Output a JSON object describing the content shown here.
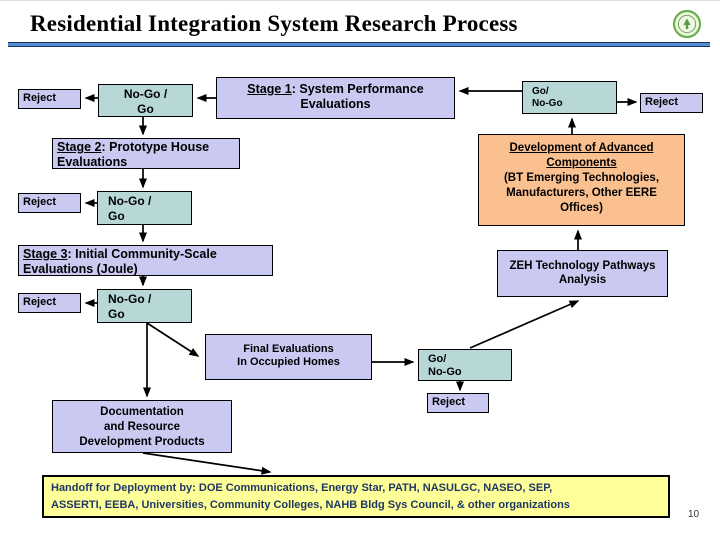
{
  "slide": {
    "title": "Residential Integration System Research Process",
    "page_number": "10"
  },
  "colors": {
    "box_lavender": "#c9c9f2",
    "box_teal": "#b8d8d8",
    "box_orange": "#fac090",
    "box_yellow": "#ffff99",
    "header_line_blue": "#558ed5",
    "handoff_text_navy": "#1f3864",
    "logo_green": "#6fae4e"
  },
  "flowchart": {
    "reject_label": "Reject",
    "no_go_go": {
      "line1": "No-Go /",
      "line2": "Go"
    },
    "go_no_go": {
      "line1": "Go/",
      "line2": "No-Go"
    },
    "stage1": {
      "stage": "Stage 1",
      "rest": ": System Performance",
      "line2": "Evaluations"
    },
    "stage2": {
      "stage": "Stage 2",
      "rest": ": Prototype House",
      "line2": "Evaluations"
    },
    "stage3": {
      "stage": "Stage 3",
      "rest": ": Initial Community-Scale",
      "line2": "Evaluations (Joule)"
    },
    "development": {
      "u1": "Development of Advanced",
      "u2": "Components",
      "line3": "(BT Emerging Technologies,",
      "line4": "Manufacturers, Other EERE",
      "line5": "Offices)"
    },
    "zeh": {
      "line1": "ZEH Technology Pathways",
      "line2": "Analysis"
    },
    "final_eval": {
      "line1": "Final Evaluations",
      "line2": "In Occupied Homes"
    },
    "docs": {
      "line1": "Documentation",
      "line2": "and Resource",
      "line3": "Development Products"
    },
    "handoff": {
      "line1": "Handoff for Deployment by: DOE Communications, Energy Star, PATH, NASULGC, NASEO, SEP,",
      "line2": "ASSERTI, EEBA, Universities, Community Colleges, NAHB Bldg Sys Council, & other organizations"
    }
  }
}
